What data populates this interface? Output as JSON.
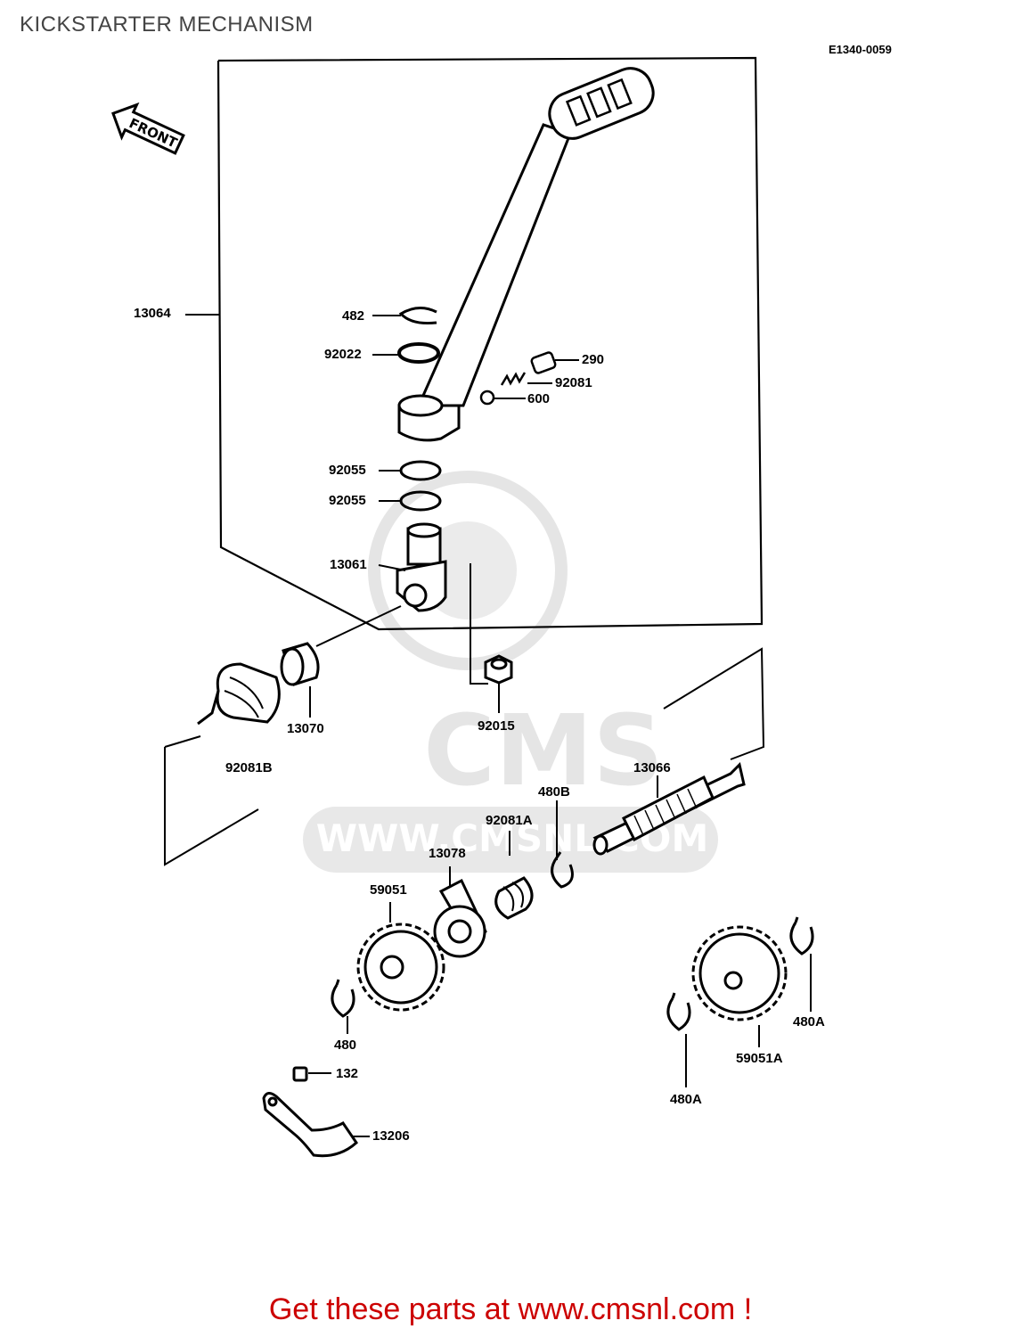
{
  "title": "KICKSTARTER MECHANISM",
  "diagram_code": "E1340-0059",
  "front_label": "FRONT",
  "watermark": {
    "logo": "CMS",
    "url": "WWW.CMSNL.COM"
  },
  "parts": {
    "p13064": "13064",
    "p482": "482",
    "p92022": "92022",
    "p290": "290",
    "p92081": "92081",
    "p600": "600",
    "p92055a": "92055",
    "p92055b": "92055",
    "p13061": "13061",
    "p92081B": "92081B",
    "p13070": "13070",
    "p92015": "92015",
    "p13066": "13066",
    "p480B": "480B",
    "p92081A": "92081A",
    "p13078": "13078",
    "p59051": "59051",
    "p480": "480",
    "p132": "132",
    "p13206": "13206",
    "p480A_right": "480A",
    "p59051A": "59051A",
    "p480A_bottom": "480A"
  },
  "footer": "Get these parts at www.cmsnl.com !"
}
